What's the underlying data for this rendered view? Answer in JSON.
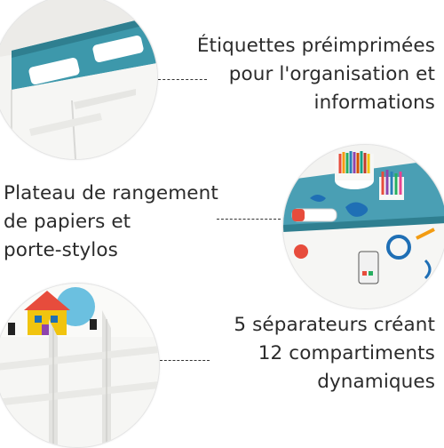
{
  "callouts": {
    "labels": {
      "lines": [
        "Étiquettes préimprimées",
        "pour l'organisation et",
        "informations"
      ]
    },
    "tray": {
      "lines": [
        "Plateau de rangement",
        "de papiers et",
        "porte-stylos"
      ]
    },
    "dividers": {
      "lines": [
        "5 séparateurs créant",
        "12 compartiments",
        "dynamiques"
      ]
    }
  },
  "images": {
    "top": "cardboard-organizer-label-closeup",
    "middle": "tray-with-colored-pencils-closeup",
    "bottom": "cardboard-dividers-closeup"
  },
  "colors": {
    "teal_band": "#3d98ab",
    "cardboard": "#f3f3f1",
    "text": "#2b2b2b"
  }
}
